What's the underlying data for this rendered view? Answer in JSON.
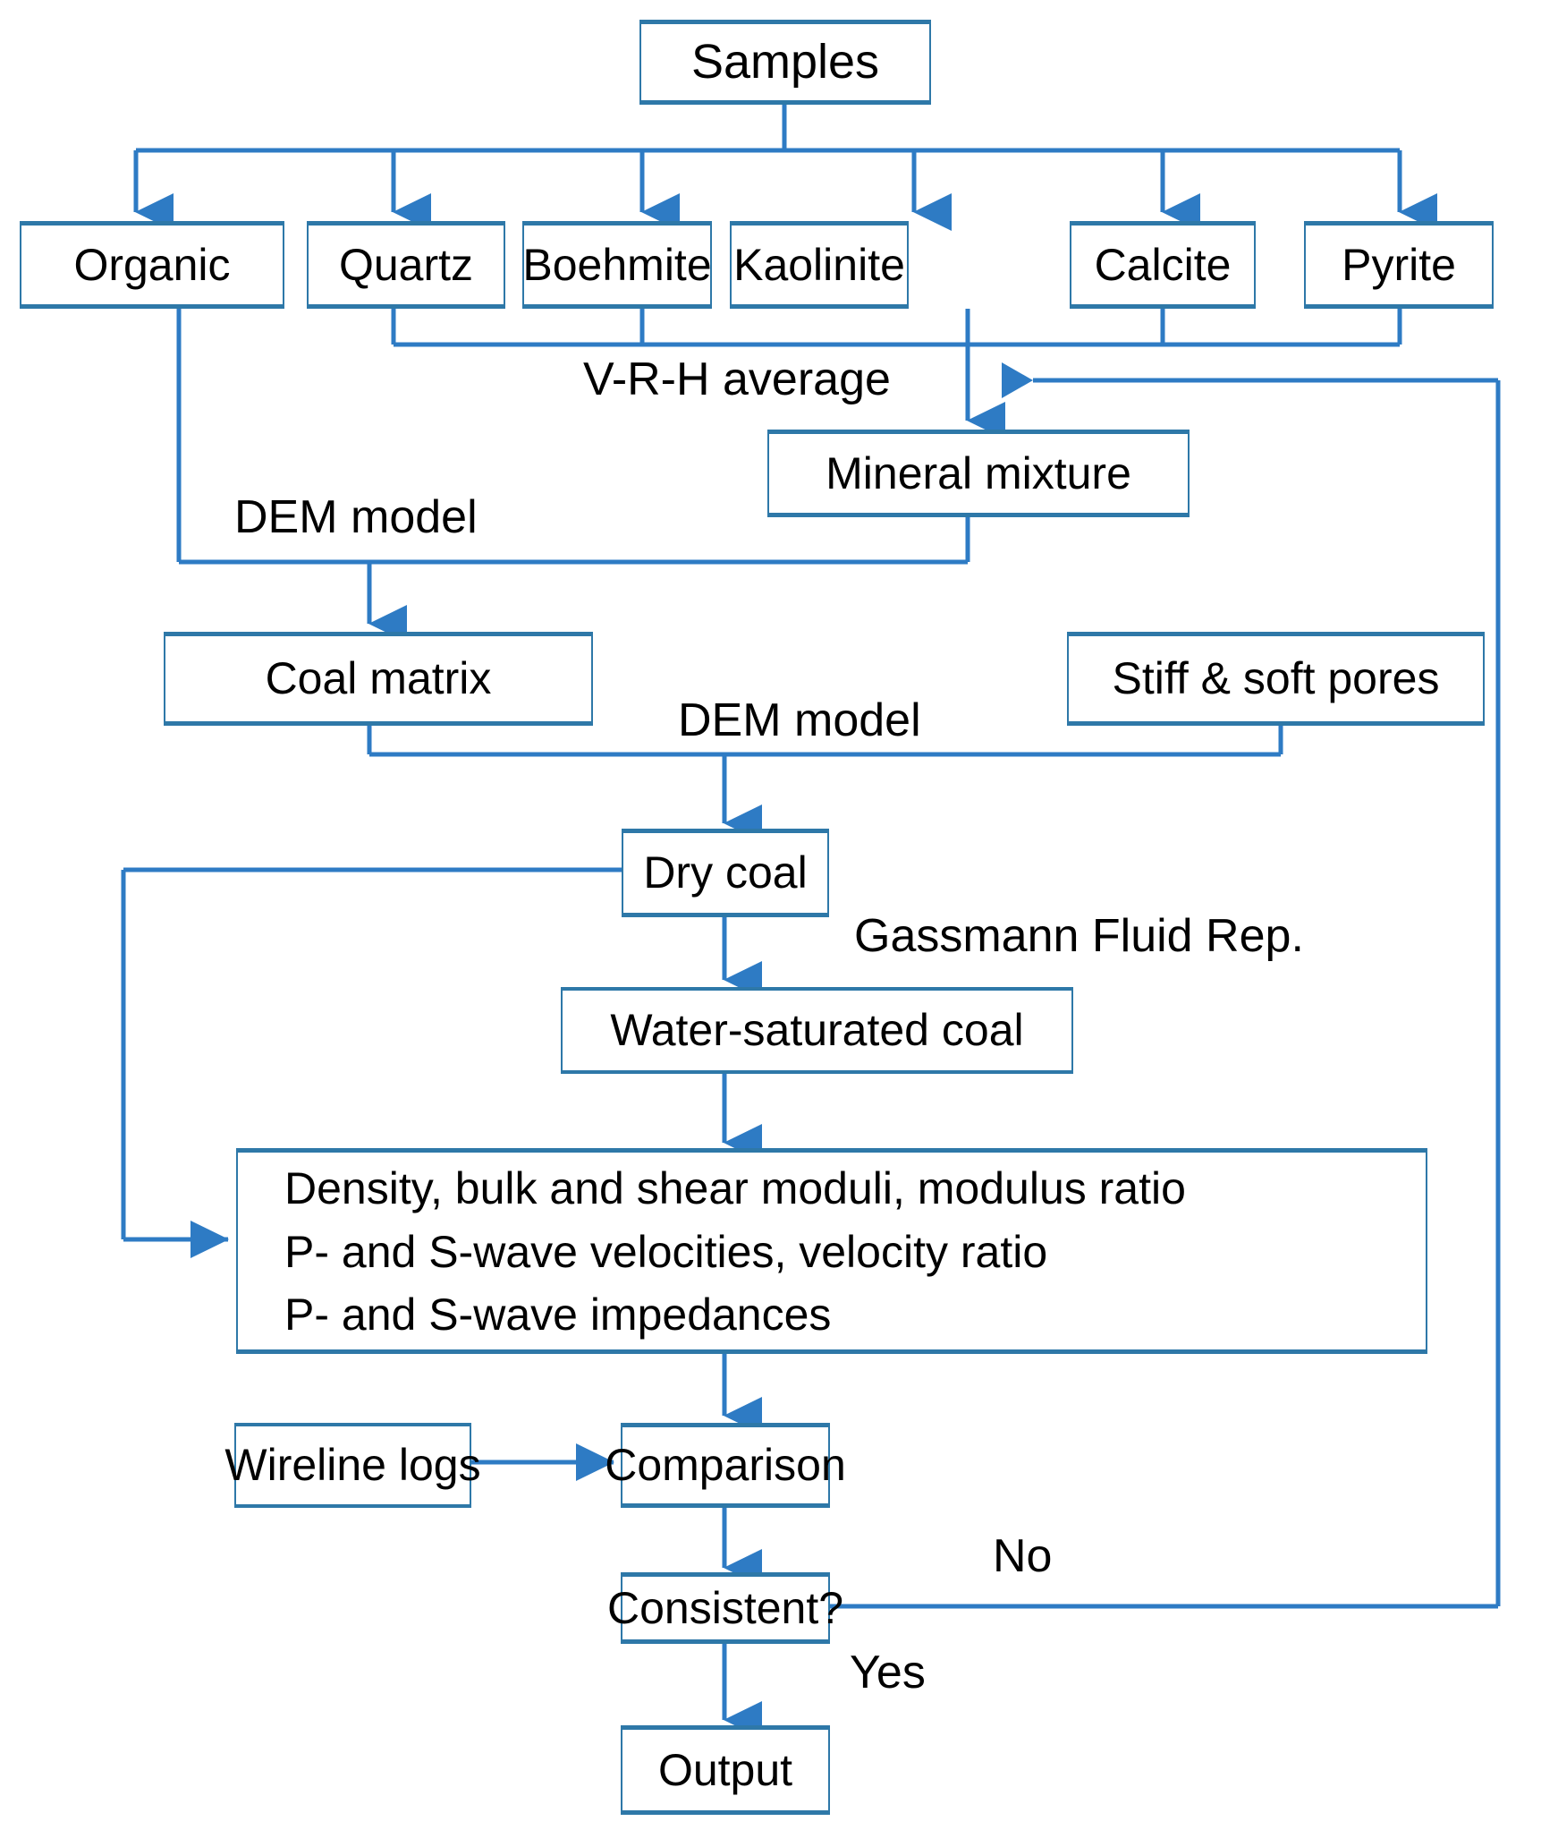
{
  "diagram": {
    "title": "Rock-physics modelling workflow for coal",
    "accent_color": "#2E78A8",
    "arrow_color": "#2E7BC4",
    "text_color": "#000000",
    "background_color": "#FFFFFF"
  },
  "nodes": {
    "samples": "Samples",
    "organic": "Organic",
    "quartz": "Quartz",
    "boehmite": "Boehmite",
    "kaolinite": "Kaolinite",
    "calcite": "Calcite",
    "pyrite": "Pyrite",
    "mineral_mixture": "Mineral mixture",
    "coal_matrix": "Coal matrix",
    "stiff_soft_pores": "Stiff & soft pores",
    "dry_coal": "Dry coal",
    "water_saturated_coal": "Water-saturated coal",
    "properties_line1": "Density, bulk and shear moduli, modulus ratio",
    "properties_line2": "P- and S-wave velocities, velocity ratio",
    "properties_line3": "P- and S-wave impedances",
    "wireline_logs": "Wireline logs",
    "comparison": "Comparison",
    "consistent": "Consistent?",
    "output": "Output"
  },
  "edge_labels": {
    "vrh_average": "V-R-H average",
    "dem_model_top": "DEM model",
    "dem_model_mid": "DEM model",
    "gassmann": "Gassmann Fluid Rep.",
    "no": "No",
    "yes": "Yes"
  }
}
